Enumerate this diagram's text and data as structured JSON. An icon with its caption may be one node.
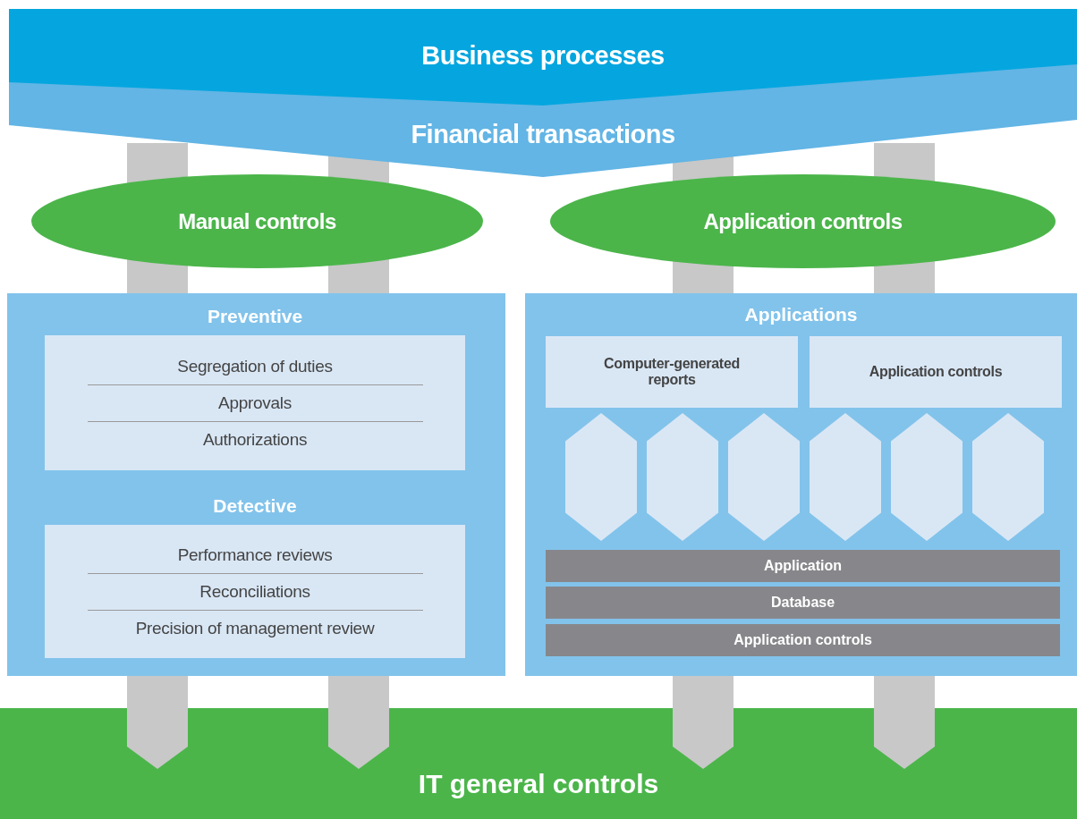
{
  "diagram": {
    "nodes": [
      {
        "text": [
          "Business processes"
        ]
      },
      {
        "text": [
          "Financial transactions"
        ]
      },
      {
        "text": [
          "Manual controls"
        ]
      },
      {
        "text": [
          "Application controls"
        ]
      },
      {
        "text": [],
        "shape": "box"
      },
      {
        "text": [
          "Preventive",
          "Segregation of duties",
          "Approvals",
          "Authorizations"
        ],
        "in": 4
      },
      {
        "text": [
          "Detective",
          "Performance reviews",
          "Reconciliations",
          "Precision of management review"
        ],
        "in": 4
      },
      {
        "text": [
          "Applications"
        ]
      },
      {
        "text": [
          "Computer-generated reports"
        ],
        "in": 7
      },
      {
        "text": [
          "Application controls"
        ],
        "in": 7
      },
      {
        "text": [],
        "shape": "hexagon",
        "in": 7
      },
      {
        "text": [],
        "shape": "hexagon",
        "in": 7
      },
      {
        "text": [],
        "shape": "hexagon",
        "in": 7
      },
      {
        "text": [],
        "shape": "hexagon",
        "in": 7
      },
      {
        "text": [],
        "shape": "hexagon",
        "in": 7
      },
      {
        "text": [],
        "shape": "hexagon",
        "in": 7
      },
      {
        "text": [
          "Application"
        ],
        "in": 7
      },
      {
        "text": [
          "Database"
        ],
        "in": 7
      },
      {
        "text": [
          "Application controls"
        ],
        "in": 7
      },
      {
        "text": [
          "IT general controls"
        ]
      }
    ],
    "edges": []
  }
}
